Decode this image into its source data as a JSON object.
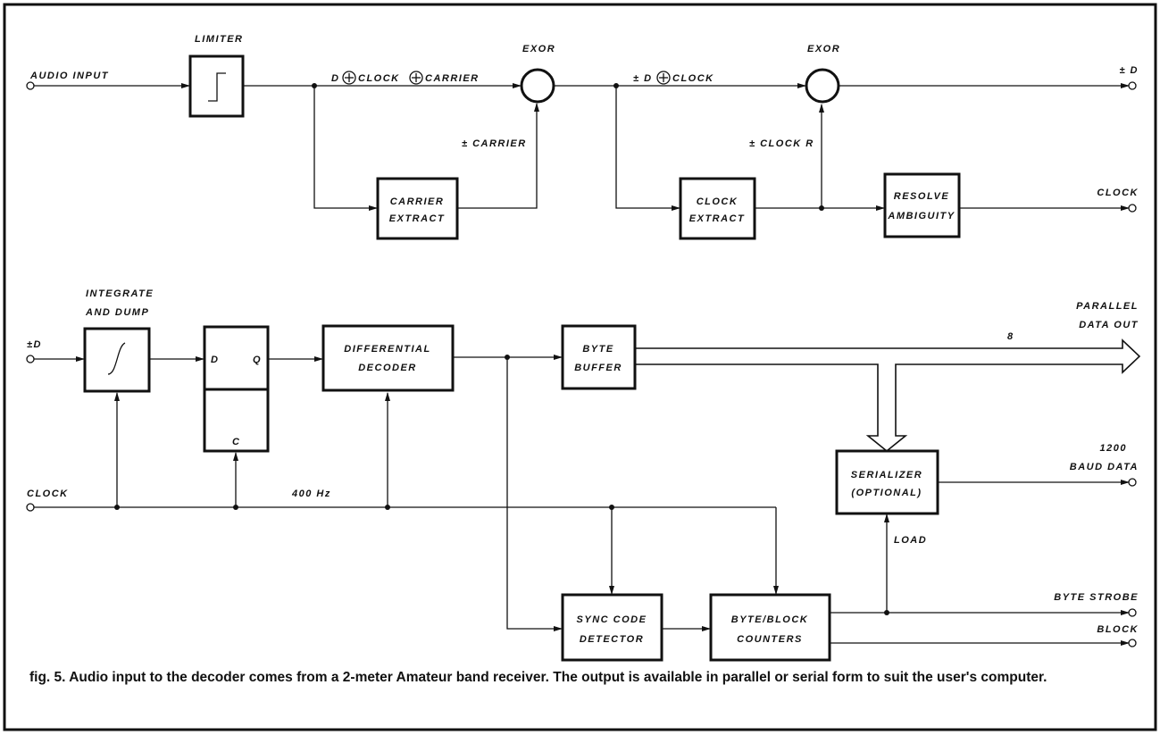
{
  "labels": {
    "audio_input": "AUDIO INPUT",
    "limiter": "LIMITER",
    "d_clock_carrier": {
      "d": "D",
      "clock": "CLOCK",
      "carrier": "CARRIER"
    },
    "exor1": "EXOR",
    "pm_carrier": "± CARRIER",
    "carrier_extract": [
      "CARRIER",
      "EXTRACT"
    ],
    "pm_d_clock": {
      "pm_d": "± D",
      "clock": "CLOCK"
    },
    "exor2": "EXOR",
    "pm_clock_r": "± CLOCK R",
    "clock_extract": [
      "CLOCK",
      "EXTRACT"
    ],
    "resolve_ambiguity": [
      "RESOLVE",
      "AMBIGUITY"
    ],
    "out_pm_d": "± D",
    "out_clock": "CLOCK",
    "integrate_and_dump": [
      "INTEGRATE",
      "AND DUMP"
    ],
    "in_pm_d": "±D",
    "ff_d": "D",
    "ff_q": "Q",
    "ff_c": "C",
    "differential_decoder": [
      "DIFFERENTIAL",
      "DECODER"
    ],
    "byte_buffer": [
      "BYTE",
      "BUFFER"
    ],
    "bus_width": "8",
    "parallel_data_out": [
      "PARALLEL",
      "DATA OUT"
    ],
    "clock_in": "CLOCK",
    "hz400": "400 Hz",
    "serializer": [
      "SERIALIZER",
      "(OPTIONAL)"
    ],
    "baud_data": [
      "1200",
      "BAUD DATA"
    ],
    "load": "LOAD",
    "sync_code_detector": [
      "SYNC CODE",
      "DETECTOR"
    ],
    "byte_block_counters": [
      "BYTE/BLOCK",
      "COUNTERS"
    ],
    "byte_strobe": "BYTE STROBE",
    "block": "BLOCK"
  },
  "caption": "fig. 5. Audio input to the decoder comes from a 2-meter Amateur band receiver. The output is available in parallel or serial form to suit the user's computer."
}
